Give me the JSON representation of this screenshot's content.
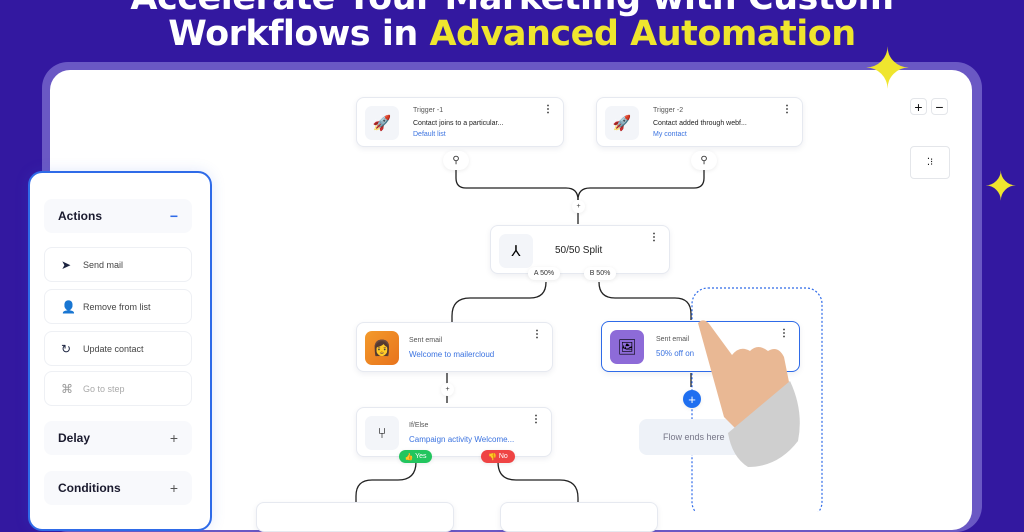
{
  "headline": {
    "line1": "Accelerate Your Marketing with Custom",
    "line2_white": "Workflows in",
    "line2_highlight": "Advanced Automation"
  },
  "triggers": [
    {
      "label": "Trigger -1",
      "description": "Contact joins to a particular...",
      "link": "Default list",
      "icon": "rocket-icon"
    },
    {
      "label": "Trigger -2",
      "description": "Contact added through webf...",
      "link": "My contact",
      "icon": "rocket-icon"
    }
  ],
  "split": {
    "label": "50/50 Split",
    "branch_a": "A 50%",
    "branch_b": "B 50%",
    "icon": "split-icon"
  },
  "email_a": {
    "label": "Sent email",
    "link": "Welcome to mailercloud"
  },
  "email_b": {
    "label": "Sent email",
    "link": "50% off on"
  },
  "ifelse": {
    "label": "If/Else",
    "link": "Campaign activity Welcome...",
    "yes": "Yes",
    "no": "No"
  },
  "flow_end": "Flow ends here",
  "add_symbol": "+",
  "menu_symbol": "⋮",
  "zoom": {
    "in": "+",
    "out": "−"
  },
  "panel": {
    "actions_title": "Actions",
    "actions_toggle": "−",
    "actions": [
      {
        "label": "Send mail",
        "icon": "send-icon"
      },
      {
        "label": "Remove from list",
        "icon": "remove-user-icon"
      },
      {
        "label": "Update contact",
        "icon": "refresh-icon"
      },
      {
        "label": "Go to step",
        "icon": "goto-step-icon"
      }
    ],
    "delay_title": "Delay",
    "delay_toggle": "+",
    "conditions_title": "Conditions",
    "conditions_toggle": "+"
  },
  "colors": {
    "background": "#3318a0",
    "accent": "#2f6be8",
    "highlight": "#efe52e",
    "yes": "#22c55e",
    "no": "#ef4444"
  }
}
